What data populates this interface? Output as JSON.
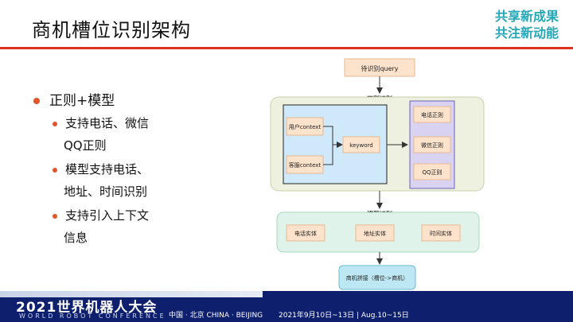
{
  "title": "商机槽位识别架构",
  "slogan": {
    "line1": "共享新成果",
    "line2": "共注新动能"
  },
  "bullets": {
    "main": "正则+模型",
    "sub1_l1": "支持电话、微信",
    "sub1_l2": "QQ正则",
    "sub2_l1": "模型支持电话、",
    "sub2_l2": "地址、时间识别",
    "sub3_l1": "支持引入上下文",
    "sub3_l2": "信息"
  },
  "diagram": {
    "query": "待识别query",
    "regex_label": "正则识别",
    "user_context": "用户context",
    "agent_context": "客服context",
    "keyword": "keyword",
    "phone_regex": "电话正则",
    "wechat_regex": "微信正则",
    "qq_regex": "QQ正则",
    "model_label": "模型识别",
    "phone_entity": "电话实体",
    "address_entity": "地址实体",
    "time_entity": "时间实体",
    "concat": "商机拼接（槽位->商机）"
  },
  "footer": {
    "brand": "2021世界机器人大会",
    "brand_en": "WORLD ROBOT CONFERENCE",
    "location": "中国 · 北京 CHINA · BEIJING",
    "date": "2021年9月10日~13日 | Aug.10~15日"
  }
}
